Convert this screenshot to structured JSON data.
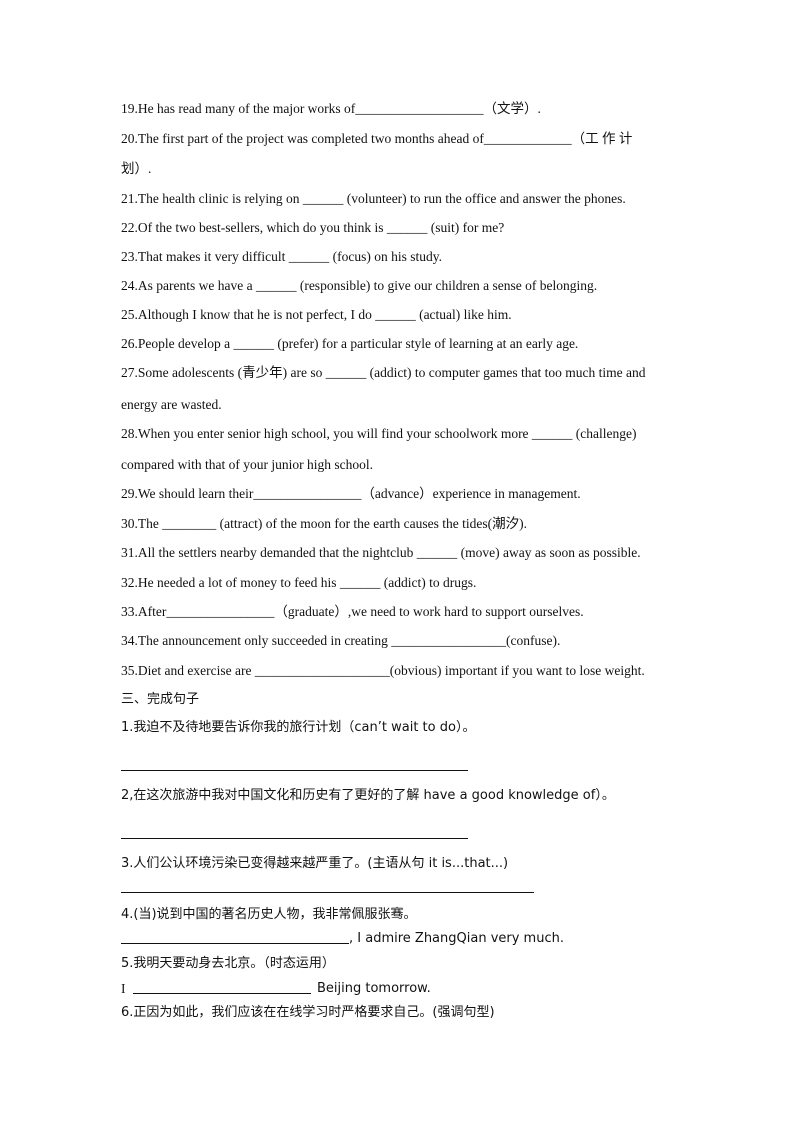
{
  "questions": [
    {
      "id": 19,
      "text": "19.He has read many of the major works of___________________（文学）."
    },
    {
      "id": 20,
      "text": "20.The  first  part  of  the  project  was  completed  two  months  ahead  of_____________（工 作 计",
      "cont": "划）."
    },
    {
      "id": 21,
      "text": "21.The health clinic is relying on ______ (volunteer) to run the office and answer the phones."
    },
    {
      "id": 22,
      "text": "22.Of the two best-sellers, which do you think is ______ (suit) for me?"
    },
    {
      "id": 23,
      "text": "23.That makes it very difficult ______ (focus) on his study."
    },
    {
      "id": 24,
      "text": "24.As parents we have a ______ (responsible) to give our children a sense of belonging."
    },
    {
      "id": 25,
      "text": "25.Although I know that he is not perfect, I do ______ (actual) like him."
    },
    {
      "id": 26,
      "text": "26.People develop a ______ (prefer) for a particular style of learning at an early age."
    },
    {
      "id": 27,
      "text": "27.Some adolescents (青少年) are so ______ (addict) to computer games that too much time and",
      "cont": "energy are wasted."
    },
    {
      "id": 28,
      "text": "28.When you enter senior high school, you will find your schoolwork more ______ (challenge)",
      "cont": "compared with that of your junior high school."
    },
    {
      "id": 29,
      "text": "29.We should learn their________________（advance）experience in management."
    },
    {
      "id": 30,
      "text": "30.The ________ (attract) of the moon for the earth causes the tides(潮汐)."
    },
    {
      "id": 31,
      "text": "31.All the settlers nearby demanded that the nightclub ______ (move) away as soon as possible."
    },
    {
      "id": 32,
      "text": "32.He needed a lot of money to feed his ______ (addict) to drugs."
    },
    {
      "id": 33,
      "text": "33.After________________（graduate）,we need to work hard to support ourselves."
    },
    {
      "id": 34,
      "text": "34.The announcement only succeeded in creating _________________(confuse)."
    },
    {
      "id": 35,
      "text": "35.Diet and exercise are ____________________(obvious) important if you want to lose weight."
    }
  ],
  "section3": {
    "title": "三、完成句子",
    "items": [
      {
        "id": 1,
        "text": "1.我迫不及待地要告诉你我的旅行计划（can’t wait to do）。"
      },
      {
        "id": 2,
        "text": "2,在这次旅游中我对中国文化和历史有了更好的了解 have a good knowledge of）。"
      },
      {
        "id": 3,
        "text": "3.人们公认环境污染已变得越来越严重了。(主语从句  it is...that...)"
      },
      {
        "id": 4,
        "text": "4.(当)说到中国的著名历史人物，我非常佩服张骞。",
        "answer_suffix": ", I admire ZhangQian very much."
      },
      {
        "id": 5,
        "text": "5.我明天要动身去北京。（时态运用）",
        "answer_prefix": "I",
        "answer_suffix": "Beijing tomorrow."
      },
      {
        "id": 6,
        "text": "6.正因为如此，我们应该在在线学习时严格要求自己。(强调句型)"
      }
    ]
  }
}
